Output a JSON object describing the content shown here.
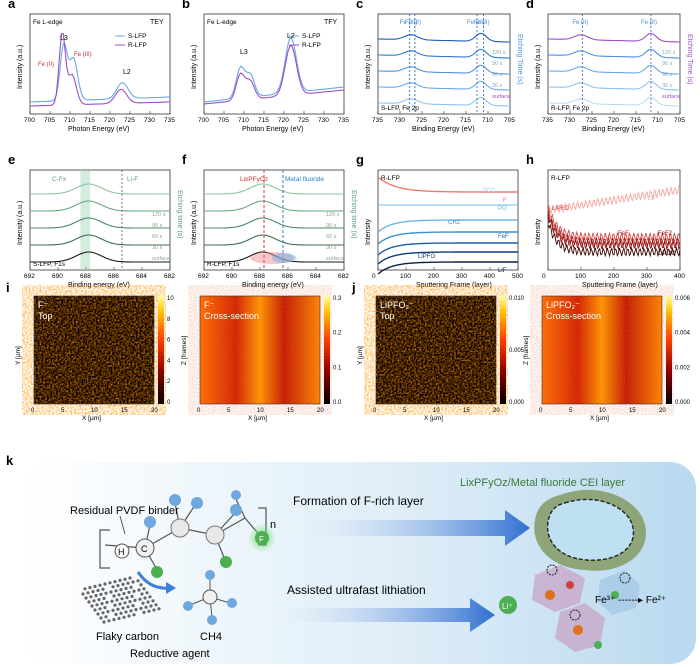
{
  "panels": {
    "a": {
      "label": "a",
      "title": "Fe L-edge",
      "mode": "TEY",
      "legend": [
        "S-LFP",
        "R-LFP"
      ],
      "peaks": [
        "L3",
        "L2"
      ],
      "peak_labels": [
        "Fe (II)",
        "Fe (III)"
      ],
      "xlabel": "Photon Energy (eV)",
      "ylabel": "Intensity (a.u.)",
      "xticks": [
        "700",
        "705",
        "710",
        "715",
        "720",
        "725",
        "730",
        "735"
      ]
    },
    "b": {
      "label": "b",
      "title": "Fe L-edge",
      "mode": "TFY",
      "legend": [
        "S-LFP",
        "R-LFP"
      ],
      "peaks": [
        "L3",
        "L2"
      ],
      "xlabel": "Photon Energy (eV)",
      "ylabel": "Intensity (a.u.)",
      "xticks": [
        "700",
        "705",
        "710",
        "715",
        "720",
        "725",
        "730",
        "735"
      ]
    },
    "c": {
      "label": "c",
      "caption": "S-LFP, Fe 2p",
      "lines": [
        "Fe (III)",
        "Fe (II)",
        "Fe (III)",
        "Fe (II)"
      ],
      "side": "Etching Time (s)",
      "times": [
        "120 s",
        "90 s",
        "60 s",
        "30 s",
        "surface"
      ],
      "xlabel": "Binding Energy (eV)",
      "ylabel": "Intensity (a.u.)",
      "xticks": [
        "735",
        "730",
        "725",
        "720",
        "715",
        "710",
        "705"
      ]
    },
    "d": {
      "label": "d",
      "caption": "R-LFP, Fe 2p",
      "lines": [
        "Fe (II)",
        "Fe (II)"
      ],
      "side": "Etching Time (s)",
      "times": [
        "120 s",
        "90 s",
        "60 s",
        "30 s",
        "surface"
      ],
      "xlabel": "Binding Energy (eV)",
      "ylabel": "Intensity (a.u.)",
      "xticks": [
        "735",
        "730",
        "725",
        "720",
        "715",
        "710",
        "705"
      ]
    },
    "e": {
      "label": "e",
      "caption": "S-LFP, F1s",
      "lines": [
        "C-Fx",
        "Li-F"
      ],
      "side": "Etching time (s)",
      "times": [
        "120 s",
        "90 s",
        "60 s",
        "30 s",
        "surface"
      ],
      "xlabel": "Binding energy (eV)",
      "ylabel": "Intensity (a.u.)",
      "xticks": [
        "692",
        "690",
        "688",
        "686",
        "684",
        "682"
      ]
    },
    "f": {
      "label": "f",
      "caption": "R-LFP, F1s",
      "lines": [
        "LixPFyOz",
        "Metal fluoride"
      ],
      "side": "Etching time (s)",
      "times": [
        "120 s",
        "90 s",
        "60 s",
        "30 s",
        "surface"
      ],
      "xlabel": "Binding energy (eV)",
      "ylabel": "Intensity (a.u.)",
      "xticks": [
        "692",
        "690",
        "688",
        "686",
        "684",
        "682"
      ]
    },
    "g": {
      "label": "g",
      "caption": "R-LFP",
      "series": [
        "F",
        "PO2",
        "PO",
        "CH2",
        "FeF",
        "LiPFO",
        "LiF"
      ],
      "xlabel": "Sputtering Frame (layer)",
      "ylabel": "Intensity",
      "xticks": [
        "0",
        "100",
        "200",
        "300",
        "400",
        "500"
      ]
    },
    "h": {
      "label": "h",
      "caption": "R-LFP",
      "series": [
        "LiF",
        "LiPFO",
        "FeF",
        "FeF2",
        "LiPOC"
      ],
      "xlabel": "Sputtering Frame (layer)",
      "ylabel": "Intensity",
      "xticks": [
        "0",
        "100",
        "200",
        "300",
        "400"
      ]
    },
    "i": {
      "label": "i",
      "maps": [
        {
          "title": "F⁻",
          "sub": "Top",
          "xlabel": "X [µm]",
          "ylabel": "Y [µm]",
          "cbar": [
            "10",
            "8",
            "6",
            "4",
            "2",
            "0"
          ]
        },
        {
          "title": "F⁻",
          "sub": "Cross-section",
          "xlabel": "X [µm]",
          "ylabel": "Z [frames]",
          "cbar": [
            "0.3",
            "0.2",
            "0.1",
            "0.0"
          ]
        }
      ]
    },
    "j": {
      "label": "j",
      "maps": [
        {
          "title": "LiPFO₂⁻",
          "sub": "Top",
          "xlabel": "X [µm]",
          "ylabel": "Y [µm]",
          "cbar": [
            "0.010",
            "0.005",
            "0.000"
          ]
        },
        {
          "title": "LiPFO₂⁻",
          "sub": "Cross-section",
          "xlabel": "X [µm]",
          "ylabel": "Z [frames]",
          "cbar": [
            "0.006",
            "0.004",
            "0.002",
            "0.000"
          ]
        }
      ]
    },
    "k": {
      "label": "k",
      "binder": "Residual PVDF binder",
      "n": "n",
      "formation": "Formation of F-rich layer",
      "cei": "LixPFyOz/Metal fluoride CEI layer",
      "lithiation": "Assisted ultrafast lithiation",
      "carbon": "Flaky carbon",
      "ch4": "CH4",
      "agent": "Reductive agent",
      "li": "Li⁺",
      "fe": "Fe³⁺ ------▸ Fe²⁺",
      "atoms": {
        "h": "H",
        "c": "C",
        "f": "F"
      }
    }
  },
  "colors": {
    "s_lfp": "#6aa8e8",
    "r_lfp": "#9b4fc8",
    "teal": "#5a9e7a",
    "blue": "#2a7fc0",
    "red": "#d23030",
    "arrow": "#3f7fd8",
    "cei": "#8ea57a"
  }
}
